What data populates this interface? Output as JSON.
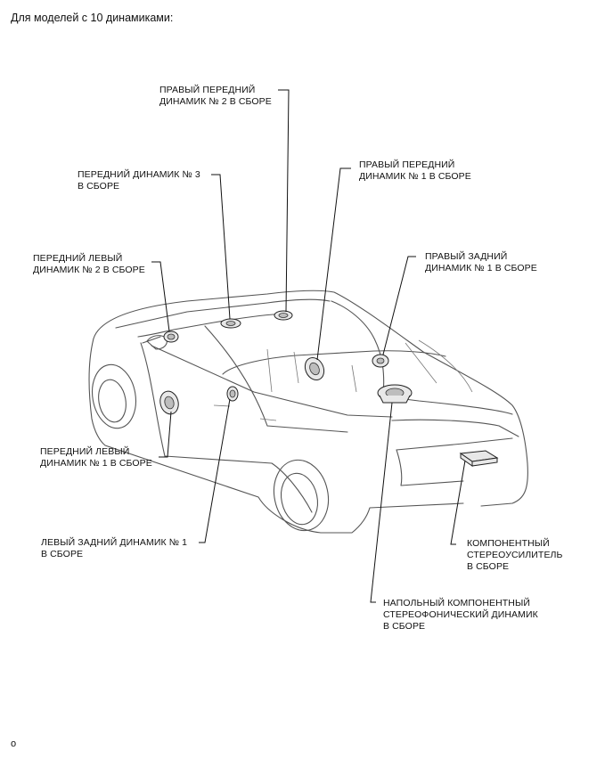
{
  "header": {
    "title": "Для моделей с 10 динамиками:"
  },
  "footer": {
    "code": "o"
  },
  "labels": {
    "right_front_2": "ПРАВЫЙ ПЕРЕДНИЙ\nДИНАМИК № 2 В СБОРЕ",
    "front_3": "ПЕРЕДНИЙ ДИНАМИК № 3\nВ СБОРЕ",
    "right_front_1": "ПРАВЫЙ ПЕРЕДНИЙ\nДИНАМИК № 1 В СБОРЕ",
    "front_left_2": "ПЕРЕДНИЙ ЛЕВЫЙ\nДИНАМИК № 2 В СБОРЕ",
    "right_rear_1": "ПРАВЫЙ ЗАДНИЙ\nДИНАМИК № 1 В СБОРЕ",
    "front_left_1": "ПЕРЕДНИЙ ЛЕВЫЙ\nДИНАМИК № 1 В СБОРЕ",
    "left_rear_1": "ЛЕВЫЙ ЗАДНИЙ ДИНАМИК № 1\nВ СБОРЕ",
    "amplifier": "КОМПОНЕНТНЫЙ\nСТЕРЕОУСИЛИТЕЛЬ\nВ СБОРЕ",
    "floor_speaker": "НАПОЛЬНЫЙ КОМПОНЕНТНЫЙ\nСТЕРЕОФОНИЧЕСКИЙ ДИНАМИК\nВ СБОРЕ"
  }
}
